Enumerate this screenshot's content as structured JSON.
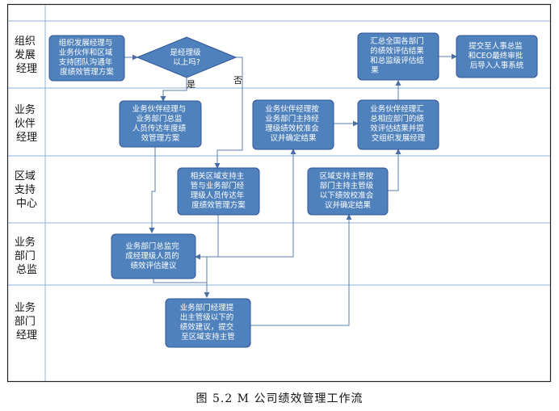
{
  "caption": "图 5.2  M 公司绩效管理工作流",
  "lanes": [
    {
      "lines": [
        "组织",
        "发展",
        "经理"
      ]
    },
    {
      "lines": [
        "业务",
        "伙伴",
        "经理"
      ]
    },
    {
      "lines": [
        "区域",
        "支持",
        "中心"
      ]
    },
    {
      "lines": [
        "业务",
        "部门",
        "总监"
      ]
    },
    {
      "lines": [
        "业务",
        "部门",
        "经理"
      ]
    }
  ],
  "nodes": {
    "n1": {
      "lines": [
        "组织发展经理与",
        "业务伙伴和区域",
        "支持团队沟通年",
        "度绩效管理方案"
      ]
    },
    "decision": {
      "lines": [
        "是经理级",
        "以上吗?"
      ]
    },
    "n_summary": {
      "lines": [
        "汇总全国各部门",
        "的绩效评估结果",
        "和总监级评估结",
        "果"
      ]
    },
    "n_submit": {
      "lines": [
        "提交至人事总监",
        "和CEO最终审批",
        "后导入人事系统"
      ]
    },
    "n_bp_send": {
      "lines": [
        "业务伙伴经理与",
        "业务部门总监",
        "人员传达年度绩",
        "效管理方案"
      ]
    },
    "n_bp_calib": {
      "lines": [
        "业务伙伴经理按",
        "业务部门主持经",
        "理级绩效校准会",
        "议并确定结果"
      ]
    },
    "n_bp_collect": {
      "lines": [
        "业务伙伴经理汇",
        "总相应部门的绩",
        "效评估结果并提",
        "交组织发展经理"
      ]
    },
    "n_region_send": {
      "lines": [
        "相关区域支持主",
        "管与业务部门经",
        "理级人员传达年",
        "度绩效管理方案"
      ]
    },
    "n_region_calib": {
      "lines": [
        "区域支持主管按",
        "部门主持主管级",
        "以下绩效校准会",
        "议并确定结果"
      ]
    },
    "n_director": {
      "lines": [
        "业务部门总监完",
        "成经理级人员的",
        "绩效评估建议"
      ]
    },
    "n_manager": {
      "lines": [
        "业务部门经理提",
        "出主管级以下的",
        "绩效建议，提交",
        "至区域支持主管"
      ]
    }
  },
  "labels": {
    "yes": "是",
    "no": "否"
  },
  "colors": {
    "box_fill": "#4f81bd",
    "box_stroke": "#2f5597",
    "lane_line": "#8db3e2",
    "arrow": "#5b7fb0"
  }
}
